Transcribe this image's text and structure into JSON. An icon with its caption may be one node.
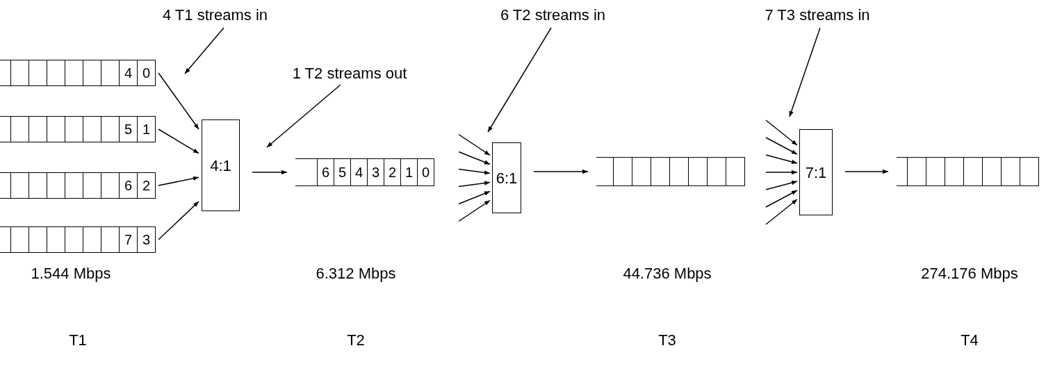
{
  "diagram": {
    "nodes": [
      {
        "text": [
          "4 T1 streams in"
        ]
      },
      {
        "text": [
          "6 T2 streams in"
        ]
      },
      {
        "text": [
          "7 T3 streams in"
        ]
      },
      {
        "text": [
          "1 T2 streams out"
        ]
      },
      {
        "text": [
          "4",
          "0"
        ]
      },
      {
        "text": [
          "5",
          "1"
        ]
      },
      {
        "text": [
          "4:1"
        ]
      },
      {
        "text": [
          "6",
          "2"
        ]
      },
      {
        "text": [
          "7",
          "3"
        ]
      },
      {
        "text": [
          "6",
          "5",
          "4",
          "3",
          "2",
          "1",
          "0"
        ]
      },
      {
        "text": [
          "6:1"
        ]
      },
      {
        "text": [],
        "shape": "box"
      },
      {
        "text": [
          "7:1"
        ]
      },
      {
        "text": [],
        "shape": "box"
      }
    ],
    "edges": [
      {
        "from": 0,
        "to": null,
        "arrow": "to"
      },
      {
        "from": 3,
        "to": null,
        "arrow": "to"
      },
      {
        "from": 1,
        "to": 10,
        "arrow": "to"
      },
      {
        "from": 2,
        "to": 12,
        "arrow": "to"
      },
      {
        "from": 4,
        "to": 6,
        "arrow": "to"
      },
      {
        "from": 5,
        "to": 6,
        "arrow": "to"
      },
      {
        "from": 7,
        "to": 6,
        "arrow": "to"
      },
      {
        "from": 8,
        "to": 6,
        "arrow": "to"
      },
      {
        "from": 6,
        "to": 9,
        "arrow": "to"
      },
      {
        "from": null,
        "to": 10,
        "arrow": "to"
      },
      {
        "from": null,
        "to": 10,
        "arrow": "to"
      },
      {
        "from": null,
        "to": 10,
        "arrow": "to"
      },
      {
        "from": null,
        "to": 10,
        "arrow": "to"
      },
      {
        "from": null,
        "to": 10,
        "arrow": "to"
      },
      {
        "from": null,
        "to": 10,
        "arrow": "to"
      },
      {
        "from": 10,
        "to": 11,
        "arrow": "to"
      },
      {
        "from": null,
        "to": 12,
        "arrow": "to"
      },
      {
        "from": null,
        "to": 12,
        "arrow": "to"
      },
      {
        "from": null,
        "to": 12,
        "arrow": "to"
      },
      {
        "from": null,
        "to": 12,
        "arrow": "to"
      },
      {
        "from": null,
        "to": 12,
        "arrow": "to"
      },
      {
        "from": null,
        "to": 12,
        "arrow": "to"
      },
      {
        "from": null,
        "to": 12,
        "arrow": "to"
      },
      {
        "from": 12,
        "to": 13,
        "arrow": "to"
      }
    ],
    "labels": [
      "1.544 Mbps",
      "6.312 Mbps",
      "44.736 Mbps",
      "274.176 Mbps",
      "T1",
      "T2",
      "T3",
      "T4"
    ]
  }
}
